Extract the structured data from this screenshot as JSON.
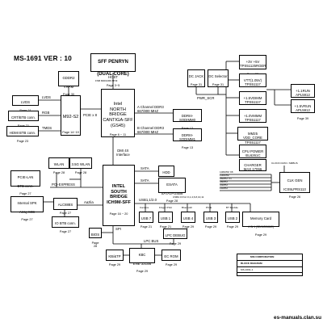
{
  "title": "MS-1691  VER : 10",
  "cpu": {
    "line1": "SFF PENRYN",
    "line2": "(DUAL CORE)",
    "page": "Page 3~5"
  },
  "host_bus": {
    "label": "HOST",
    "sub": "FSB 800/1066 MHZ"
  },
  "northbridge": {
    "lines": "Intel\nNORTH\nBRIDGE\nCANTIGA-SFF\n(GS45)",
    "page": "Page 6 ~ 11"
  },
  "southbridge": {
    "lines": "INTEL\nSOUTH\nBRIDGE\nICH9M-SFF",
    "page": "Page 16 ~ 20"
  },
  "dmi": {
    "label": "DMI  4X\nInterface"
  },
  "ddr": {
    "a_label": "A Channel DDR3\n667/800 MHZ",
    "b_label": "B Channel DDR3\n667/800 MHZ",
    "a_box": "DDRIII-SODIMM0",
    "a_page": "Page 12",
    "b_box": "DDRIII-SODIMM1",
    "b_page": "Page 13"
  },
  "gddr": {
    "line1": "GDDR2",
    "line2": "VRAM",
    "page": "Page 30"
  },
  "lvds_box": {
    "line1": "LVDS",
    "page": "Page 21"
  },
  "crt_box": {
    "line1": "CRT/BTB conn.",
    "page": "Page 21"
  },
  "hdmi_box": {
    "line1": "HDMI BTB conn.",
    "page": "Page 23"
  },
  "m92": {
    "line1": "M92-S2",
    "page": "Page 14~19"
  },
  "sigs": {
    "lvds": "LVDS",
    "rgb": "RGB",
    "tmds": "TMDS",
    "pcie16": "PCIE x 8",
    "pciexpress": "PCI-EXPRESS",
    "azalia": "Aazlia",
    "spi": "SPI",
    "lpc": "LPC BUS",
    "sata1": "SATA",
    "sata2": "SATA",
    "usb": "USB1,1/2.0",
    "usb_detail": "USB2.0 Port 0,1,4,6,8,10,11",
    "smbus": "CLOCK DATA / SMBUS"
  },
  "wlan": {
    "line1": "WLAN",
    "page": "Page 28"
  },
  "wlan3g": {
    "line1": "3.5G WLAN",
    "page": "Page 28"
  },
  "pcie_lan": {
    "line1": "PCIE-LAN",
    "line2": "BTB conn.",
    "page": "Page 27"
  },
  "int_spk": {
    "line1": "Internal SPK",
    "line2": "Array MIC",
    "page": "Page 27"
  },
  "alc": {
    "line1": "ALC888S",
    "page": "Page 27"
  },
  "io_btb": {
    "line1": "IO BTB conn.",
    "page": "Page 27"
  },
  "bios": {
    "line1": "BIOS",
    "page": "Page 28"
  },
  "kb": {
    "line1": "KB/&TP",
    "page": "Page 29"
  },
  "kbc": {
    "line1": "KBC",
    "line2": "ENE 3310B",
    "page": "Page 29"
  },
  "ecrom": {
    "line1": "EC ROM",
    "page": "Page 29"
  },
  "lpc_debug": {
    "line1": "LPC DEBUG",
    "page": "Page 29"
  },
  "hdd": {
    "line1": "HDD",
    "page": "Page 28"
  },
  "esata": {
    "line1": "ESATA",
    "line2": "SATA3+USB8",
    "page": "Page 28"
  },
  "usb_boxes": [
    {
      "line1": "USB 7",
      "page": "Page 21"
    },
    {
      "line1": "USB 1",
      "page": "Page 21"
    },
    {
      "line1": "USB 4",
      "page": "Page 29"
    },
    {
      "line1": "USB 3",
      "page": "Page 29"
    },
    {
      "line1": "USB 2",
      "page": "Page 29"
    }
  ],
  "usb_caps": [
    "Camera",
    "Finger Print",
    "Bluetooth",
    "PCIE",
    "BT Module"
  ],
  "mem_card": {
    "line1": "Memory Card",
    "line2": "4 IN 1 (SD/MS/MMC)",
    "page": "Page 29"
  },
  "dc_jack": {
    "line1": "DC JACK",
    "page": "Page 31"
  },
  "dc_sel": {
    "line1": "DC Selector",
    "page": "Page 31"
  },
  "pwr_scr": "PWR_SCR",
  "pwr_boxes": [
    {
      "lines": "+3V +5V\nTPS51125RGER",
      "page": "Page 32"
    },
    {
      "lines": "VTT(1.05V)\nTPS51117",
      "page": "Page 33"
    },
    {
      "lines": "+1.5VDIMM\nTPS51117",
      "page": "Page 34"
    },
    {
      "lines": "+1.0VMMM\nTPS51117",
      "page": "Page 35"
    },
    {
      "lines": "MM25  VDD_CORE\nTPS51117",
      "page": "Page 36"
    },
    {
      "lines": "CPU POWER\nISL6261C",
      "page": "Page 37"
    },
    {
      "lines": "CHARGER\nMAX 17066",
      "page": "Page 38"
    }
  ],
  "apl_boxes": [
    {
      "lines": "+1.1RUN\nAPL5912",
      "page": "Page 39"
    },
    {
      "lines": "+1.5VRUN\nAPL5912",
      "page": "Page 39"
    }
  ],
  "clk_list": [
    "100MHZ  X8",
    "100MHZ",
    "96MHZ  X1",
    "48MHZ",
    "33MHZ",
    "14MHZ"
  ],
  "clk_gen": {
    "line1": "CLK GEN",
    "line2": "ICS9LPRS113",
    "page": "Page 26"
  },
  "title_block": {
    "company": "MSI CORPORATION",
    "name": "BLOCK DIAGRAM",
    "model": "MS-1691-1"
  },
  "watermark": "es-manuals.clan.su"
}
